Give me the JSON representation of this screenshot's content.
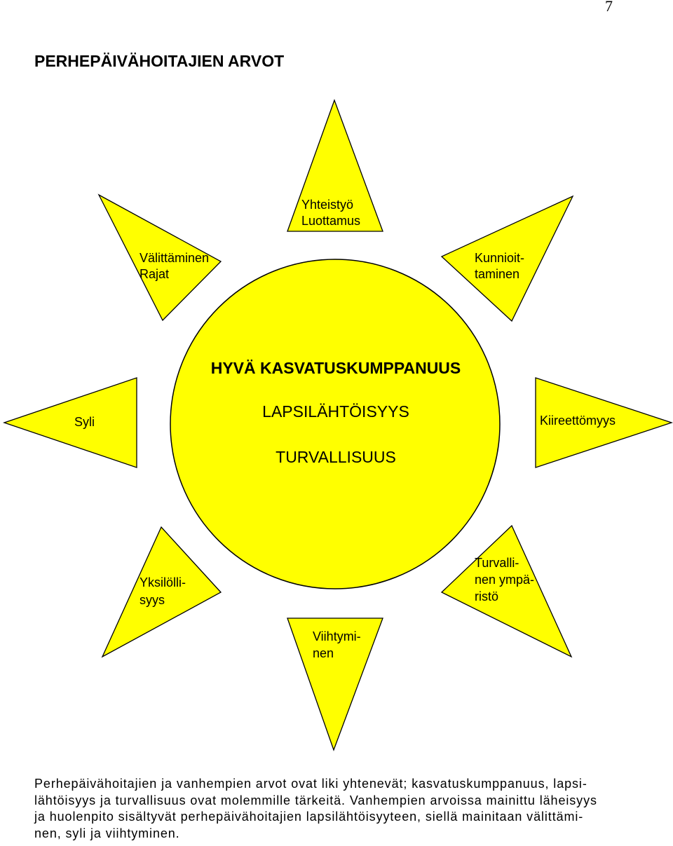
{
  "page_number": "7",
  "title": "PERHEPÄIVÄHOITAJIEN ARVOT",
  "diagram": {
    "center": {
      "line1": "HYVÄ KASVATUSKUMPPANUUS",
      "line2": "LAPSILÄHTÖISYYS",
      "line3": "TURVALLISUUS"
    },
    "rays": {
      "top": [
        "Yhteistyö",
        "Luottamus"
      ],
      "top_left": [
        "Välittäminen",
        "Rajat"
      ],
      "top_right": [
        "Kunnioit-",
        "taminen"
      ],
      "left": [
        "Syli"
      ],
      "right": [
        "Kiireettömyys"
      ],
      "bottom_left": [
        "Yksilölli-",
        "syys"
      ],
      "bottom_right": [
        "Turvalli-",
        "nen ympä-",
        "ristö"
      ],
      "bottom": [
        "Viihtymi-",
        "nen"
      ]
    },
    "colors": {
      "fill": "#ffff00",
      "stroke": "#000000"
    }
  },
  "description_lines": [
    "Perhepäivähoitajien ja vanhempien arvot ovat liki yhtenevät; kasvatuskumppanuus, lapsi-",
    "lähtöisyys ja turvallisuus ovat molemmille tärkeitä. Vanhempien arvoissa mainittu läheisyys",
    "ja huolenpito sisältyvät perhepäivähoitajien lapsilähtöisyyteen, siellä mainitaan välittämi-",
    "nen, syli ja viihtyminen."
  ]
}
